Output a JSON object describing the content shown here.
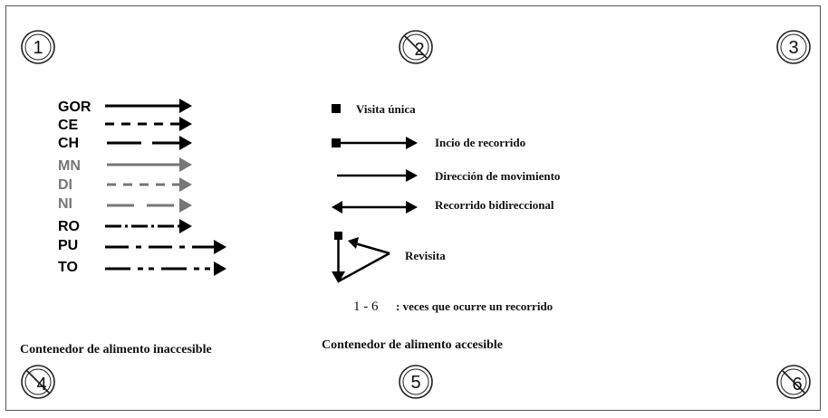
{
  "containers": [
    {
      "id": 1,
      "label": "1",
      "accessible": true
    },
    {
      "id": 2,
      "label": "2",
      "accessible": false
    },
    {
      "id": 3,
      "label": "3",
      "accessible": true
    },
    {
      "id": 4,
      "label": "4",
      "accessible": false
    },
    {
      "id": 5,
      "label": "5",
      "accessible": true
    },
    {
      "id": 6,
      "label": "6",
      "accessible": false
    }
  ],
  "individuals": [
    {
      "code": "GOR",
      "color": "#000000",
      "style": "solid"
    },
    {
      "code": "CE",
      "color": "#000000",
      "style": "dashed"
    },
    {
      "code": "CH",
      "color": "#000000",
      "style": "long-dash"
    },
    {
      "code": "MN",
      "color": "#777777",
      "style": "solid"
    },
    {
      "code": "DI",
      "color": "#777777",
      "style": "dashed"
    },
    {
      "code": "NI",
      "color": "#777777",
      "style": "long-dash"
    },
    {
      "code": "RO",
      "color": "#000000",
      "style": "dash-dot"
    },
    {
      "code": "PU",
      "color": "#000000",
      "style": "dash-dot-long"
    },
    {
      "code": "TO",
      "color": "#000000",
      "style": "dash-dot-dot"
    }
  ],
  "legend": {
    "single_visit": "Visita única",
    "route_start": "Incio de recorrido",
    "movement_direction": "Dirección de movimiento",
    "bidirectional": "Recorrido bidireccional",
    "revisit": "Revisita",
    "count_range": "1 - 6",
    "count_text": ": veces que ocurre un recorrido"
  },
  "captions": {
    "inaccessible": "Contenedor de alimento inaccesible",
    "accessible": "Contenedor de alimento accesible"
  }
}
